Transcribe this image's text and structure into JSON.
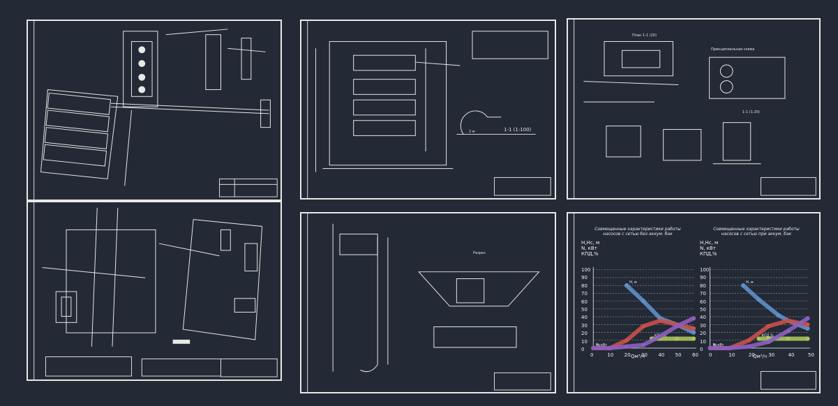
{
  "sheets": {
    "s3": {
      "plan_caption": "План 1-1 (20)",
      "scheme_caption": "Принципиальная схема",
      "section_caption": "1-1 (1:20)"
    },
    "s2": {
      "section_label": "1-1 (1:100)",
      "depth_label": "2 м"
    },
    "s5": {
      "label": "Разрез"
    }
  },
  "charts": {
    "left_title": "Совмещенные характеристики работы насосов с сетью без аккум. бак",
    "right_title": "Совмещенные характеристики работы насосов с сетью при аккум. бак",
    "ylabel_line1": "H,Hc, м",
    "ylabel_line2": "N, кВт",
    "ylabel_line3": "КПД,%",
    "xlabel": "Qм³/ч",
    "series_labels": {
      "head": "H, м",
      "network": "Hc",
      "efficiency": "КПД,%",
      "power": "N, кВт"
    },
    "colors": {
      "head": "#5f8fc9",
      "network": "#c9504a",
      "efficiency": "#a9c458",
      "power": "#8c5fbf"
    }
  },
  "chart_data": [
    {
      "type": "line",
      "title": "Совмещенные характеристики работы насосов с сетью без аккум. бак",
      "xlabel": "Qм³/ч",
      "ylabel": "H,Hc, м / N, кВт / КПД,%",
      "xlim": [
        0,
        60
      ],
      "ylim": [
        0,
        100
      ],
      "xticks": [
        0,
        10,
        20,
        30,
        40,
        50,
        60
      ],
      "yticks": [
        0,
        10,
        20,
        30,
        40,
        50,
        60,
        70,
        80,
        90,
        100
      ],
      "grid": true,
      "series": [
        {
          "name": "H, м",
          "x": [
            20,
            30,
            40,
            50,
            60
          ],
          "y": [
            80,
            60,
            38,
            30,
            20
          ]
        },
        {
          "name": "Hc",
          "x": [
            0,
            10,
            20,
            30,
            40,
            50,
            60
          ],
          "y": [
            0,
            0,
            10,
            28,
            35,
            30,
            25
          ]
        },
        {
          "name": "КПД,%",
          "x": [
            35,
            40,
            50,
            60
          ],
          "y": [
            12,
            12,
            12,
            12
          ]
        },
        {
          "name": "N, кВт",
          "x": [
            0,
            10,
            20,
            30,
            40,
            50,
            60
          ],
          "y": [
            0,
            0,
            2,
            4,
            15,
            28,
            38
          ]
        }
      ]
    },
    {
      "type": "line",
      "title": "Совмещенные характеристики работы насосов с сетью при аккум. бак",
      "xlabel": "Qм³/ч",
      "ylabel": "H,Hc, м / N, кВт / КПД,%",
      "xlim": [
        0,
        50
      ],
      "ylim": [
        0,
        100
      ],
      "xticks": [
        0,
        10,
        20,
        30,
        40,
        50
      ],
      "yticks": [
        0,
        10,
        20,
        30,
        40,
        50,
        60,
        70,
        80,
        90,
        100
      ],
      "grid": true,
      "series": [
        {
          "name": "H, м",
          "x": [
            17,
            25,
            35,
            40,
            50
          ],
          "y": [
            80,
            62,
            42,
            35,
            25
          ]
        },
        {
          "name": "Hc",
          "x": [
            0,
            10,
            20,
            30,
            40,
            50
          ],
          "y": [
            0,
            0,
            10,
            28,
            35,
            30
          ]
        },
        {
          "name": "КПД,%",
          "x": [
            25,
            30,
            40,
            50
          ],
          "y": [
            12,
            12,
            12,
            12
          ]
        },
        {
          "name": "N, кВт",
          "x": [
            0,
            10,
            20,
            30,
            40,
            50
          ],
          "y": [
            0,
            0,
            2,
            8,
            22,
            38
          ]
        }
      ]
    }
  ]
}
